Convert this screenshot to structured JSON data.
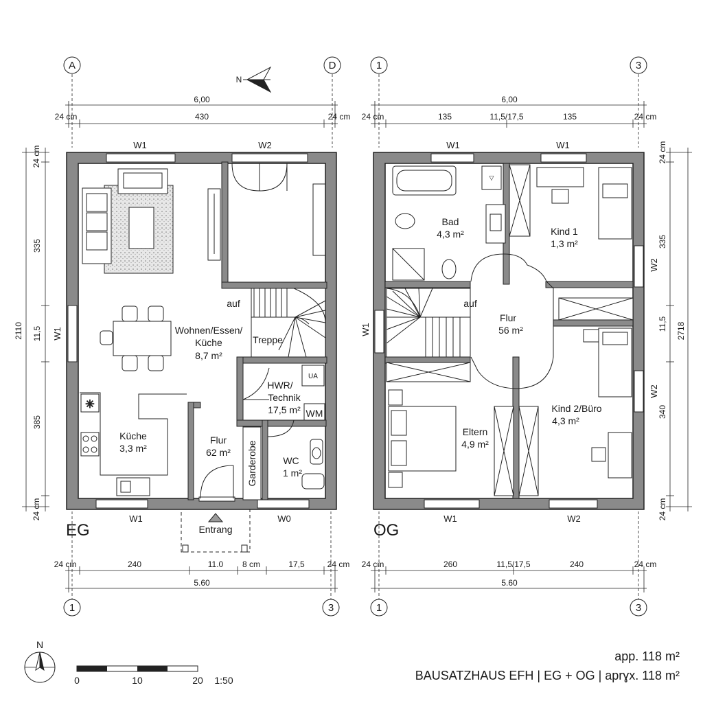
{
  "drawing": {
    "grid_labels": {
      "eg_top_left": "A",
      "eg_top_right": "D",
      "eg_bottom_left": "1",
      "eg_bottom_right": "3",
      "og_top_left": "1",
      "og_top_right": "3",
      "og_bottom_left": "1",
      "og_bottom_right": "3"
    },
    "north_top": "N",
    "north_bottom": "N",
    "scale": {
      "zero": "0",
      "ten": "10",
      "twenty": "20",
      "ratio": "1:50"
    },
    "area_note": "app. 118 m²",
    "title": "BAUSATZHAUS EFH | EG + OG | aprɣx. 118 m²"
  },
  "eg": {
    "label": "EG",
    "entrance": "Entrang",
    "dims_top": {
      "total": "6,00",
      "left": "24 cm",
      "middle": "430",
      "right": "24 cm"
    },
    "dims_bottom": {
      "total": "5.60",
      "a": "24 cm",
      "b": "240",
      "c": "11.0",
      "d": "8 cm",
      "e": "17,5",
      "f": "24 cm"
    },
    "dims_left": {
      "top": "24 cm",
      "a": "335",
      "b": "11,5",
      "c": "385",
      "bottom": "24 cm",
      "total": "2110"
    },
    "windows": {
      "top_left": "W1",
      "top_right": "W2",
      "left": "W1",
      "bottom_left": "W1",
      "bottom_right": "W0"
    },
    "rooms": {
      "wohnen_name": "Wohnen/Essen/",
      "wohnen_name2": "Küche",
      "wohnen_area": "8,7 m²",
      "kueche_name": "Küche",
      "kueche_area": "3,3 m²",
      "flur_name": "Flur",
      "flur_area": "62 m²",
      "hwr_name": "HWR/",
      "hwr_name2": "Technik",
      "hwr_area": "17,5 m²",
      "wm": "WM",
      "hwr_box": "UA",
      "wc_name": "WC",
      "wc_area": "1 m²",
      "garderobe": "Garderobe",
      "treppe": "Treppe",
      "auf": "auf"
    }
  },
  "og": {
    "label": "OG",
    "dims_top": {
      "total": "6,00",
      "left": "24 cm",
      "a": "135",
      "b": "11,5/17,5",
      "c": "135",
      "right": "24 cm"
    },
    "dims_bottom": {
      "total": "5.60",
      "a": "24 cm",
      "b": "260",
      "c": "11,5/17,5",
      "d": "240",
      "e": "24 cm"
    },
    "dims_right": {
      "top": "24 cm",
      "a": "335",
      "b": "11,5",
      "c": "340",
      "bottom": "24 cm",
      "total": "2718"
    },
    "windows": {
      "top_left": "W1",
      "top_right": "W1",
      "left": "W1",
      "right_top": "W2",
      "right_bottom": "W2",
      "bottom_left": "W1",
      "bottom_right": "W2"
    },
    "rooms": {
      "bad_name": "Bad",
      "bad_area": "4,3 m²",
      "kind1_name": "Kind 1",
      "kind1_area": "1,3 m²",
      "flur_name": "Flur",
      "flur_area": "56 m²",
      "eltern_name": "Eltern",
      "eltern_area": "4,9 m²",
      "kind2_name": "Kind 2/Büro",
      "kind2_area": "4,3 m²",
      "auf": "auf"
    }
  }
}
